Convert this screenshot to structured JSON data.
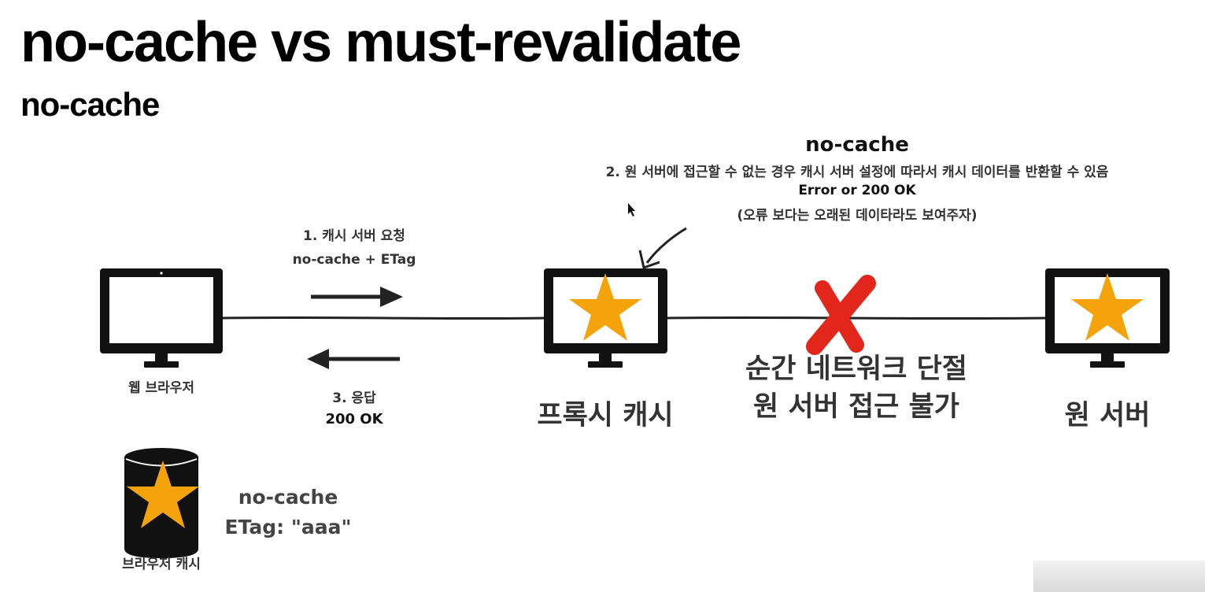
{
  "slide": {
    "title": "no-cache vs must-revalidate",
    "subtitle": "no-cache"
  },
  "annotation": {
    "heading": "no-cache",
    "line1": "2. 원 서버에 접근할 수 없는 경우 캐시 서버 설정에 따라서 캐시 데이터를 반환할 수 있음",
    "line2": "Error or 200 OK",
    "line3": "(오류 보다는 오래된 데이타라도 보여주자)"
  },
  "request": {
    "line1": "1. 캐시 서버 요청",
    "line2": "no-cache + ETag"
  },
  "response": {
    "line1": "3. 응답",
    "line2": "200 OK"
  },
  "nodes": {
    "browser": "웹 브라우저",
    "proxy": "프록시 캐시",
    "origin": "원 서버",
    "browser_cache": "브라우저 캐시"
  },
  "failure": {
    "line1": "순간 네트워크 단절",
    "line2": "원 서버 접근 불가"
  },
  "browser_cache_data": {
    "line1": "no-cache",
    "line2": "ETag: \"aaa\""
  },
  "colors": {
    "star": "#f5a30a",
    "cross": "#e3261c",
    "monitor": "#111111",
    "label": "#333333"
  },
  "icons": [
    "monitor-icon",
    "star-icon",
    "cross-icon",
    "database-icon",
    "arrow-right-icon",
    "arrow-left-icon",
    "mouse-cursor-icon"
  ]
}
